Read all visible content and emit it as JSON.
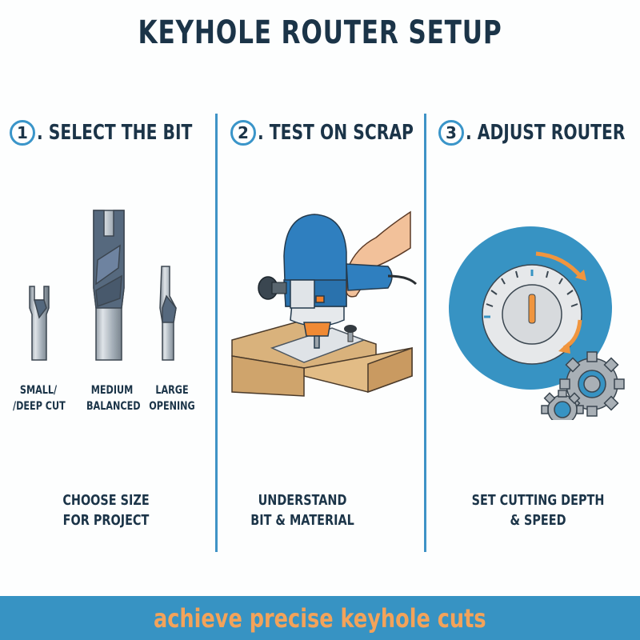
{
  "title": "KEYHOLE ROUTER SETUP",
  "colors": {
    "title_text": "#1b3448",
    "accent_blue": "#3793c3",
    "accent_orange": "#f3a35a",
    "divider": "#3f93c6"
  },
  "steps": [
    {
      "number": "1",
      "title": ". SELECT THE BIT",
      "icon": "router-bits-illustration",
      "bits": [
        {
          "label_line1": "SMALL/",
          "label_line2": "/DEEP CUT"
        },
        {
          "label_line1": "MEDIUM",
          "label_line2": "BALANCED"
        },
        {
          "label_line1": "LARGE",
          "label_line2": "OPENING"
        }
      ],
      "caption_line1": "CHOOSE SIZE",
      "caption_line2": "FOR PROJECT"
    },
    {
      "number": "2",
      "title": ". TEST ON SCRAP",
      "icon": "router-on-wood-illustration",
      "caption_line1": "UNDERSTAND",
      "caption_line2": "BIT & MATERIAL"
    },
    {
      "number": "3",
      "title": ". ADJUST ROUTER",
      "icon": "dial-and-gears-illustration",
      "caption_line1": "SET CUTTING DEPTH",
      "caption_line2": "& SPEED"
    }
  ],
  "banner": {
    "text": "achieve precise keyhole cuts"
  }
}
